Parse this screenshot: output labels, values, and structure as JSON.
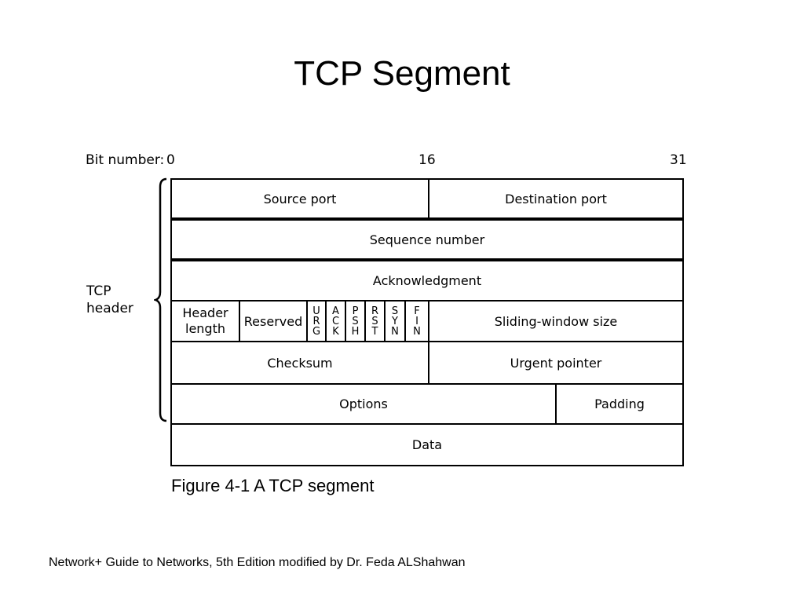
{
  "title": "TCP Segment",
  "bit_numbers": {
    "label": "Bit number:",
    "start": "0",
    "middle": "16",
    "end": "31"
  },
  "side_label": {
    "line1": "TCP",
    "line2": "header"
  },
  "fields": {
    "source_port": "Source port",
    "destination_port": "Destination port",
    "sequence_number": "Sequence number",
    "acknowledgment": "Acknowledgment",
    "header_length_line1": "Header",
    "header_length_line2": "length",
    "reserved": "Reserved",
    "flags": [
      {
        "name": "urg",
        "letters": [
          "U",
          "R",
          "G"
        ]
      },
      {
        "name": "ack",
        "letters": [
          "A",
          "C",
          "K"
        ]
      },
      {
        "name": "psh",
        "letters": [
          "P",
          "S",
          "H"
        ]
      },
      {
        "name": "rst",
        "letters": [
          "R",
          "S",
          "T"
        ]
      },
      {
        "name": "syn",
        "letters": [
          "S",
          "Y",
          "N"
        ]
      },
      {
        "name": "fin",
        "letters": [
          "F",
          "I",
          "N"
        ]
      }
    ],
    "sliding_window_size": "Sliding-window size",
    "checksum": "Checksum",
    "urgent_pointer": "Urgent pointer",
    "options": "Options",
    "padding": "Padding",
    "data": "Data"
  },
  "caption": "Figure 4-1 A TCP segment",
  "footer": "Network+ Guide to Networks, 5th Edition modified by Dr. Feda ALShahwan"
}
